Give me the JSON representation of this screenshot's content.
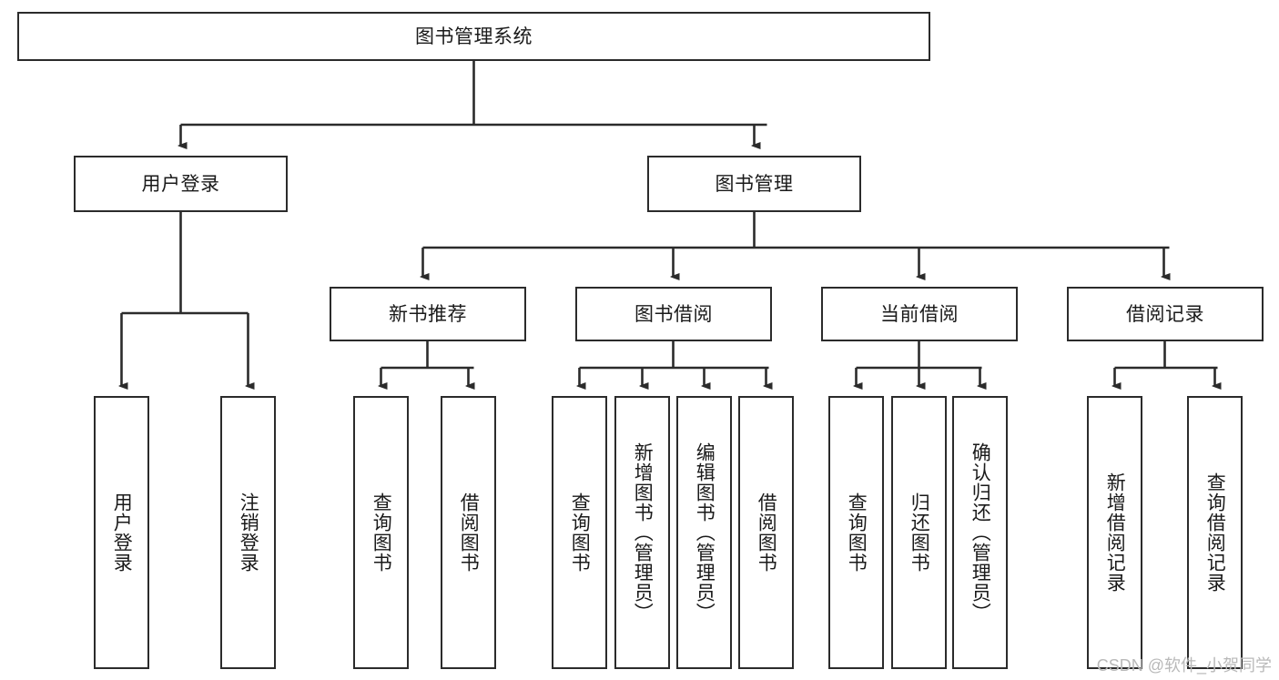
{
  "diagram": {
    "title": "图书管理系统",
    "orientation": "top-down-tree",
    "nodes": {
      "root": {
        "label": "图书管理系统"
      },
      "level2": [
        {
          "id": "user-login",
          "label": "用户登录"
        },
        {
          "id": "book-manage",
          "label": "图书管理"
        }
      ],
      "level3": [
        {
          "id": "new-book-recommend",
          "label": "新书推荐"
        },
        {
          "id": "book-borrow",
          "label": "图书借阅"
        },
        {
          "id": "current-borrow",
          "label": "当前借阅"
        },
        {
          "id": "borrow-record",
          "label": "借阅记录"
        }
      ],
      "leaves": {
        "user_login": [
          {
            "id": "leaf-user-login",
            "label": "用户登录"
          },
          {
            "id": "leaf-logout-login",
            "label": "注销登录"
          }
        ],
        "new_book_recommend": [
          {
            "id": "leaf-query-book-1",
            "label": "查询图书"
          },
          {
            "id": "leaf-borrow-book-1",
            "label": "借阅图书"
          }
        ],
        "book_borrow": [
          {
            "id": "leaf-query-book-2",
            "label": "查询图书"
          },
          {
            "id": "leaf-add-book",
            "label": "新增图书（管理员）"
          },
          {
            "id": "leaf-edit-book",
            "label": "编辑图书（管理员）"
          },
          {
            "id": "leaf-borrow-book-2",
            "label": "借阅图书"
          }
        ],
        "current_borrow": [
          {
            "id": "leaf-query-book-3",
            "label": "查询图书"
          },
          {
            "id": "leaf-return-book",
            "label": "归还图书"
          },
          {
            "id": "leaf-confirm-return",
            "label": "确认归还（管理员）"
          }
        ],
        "borrow_record": [
          {
            "id": "leaf-add-record",
            "label": "新增借阅记录"
          },
          {
            "id": "leaf-query-record",
            "label": "查询借阅记录"
          }
        ]
      }
    },
    "colors": {
      "stroke": "#2b2b2b",
      "fill": "#ffffff",
      "text": "#1a1a1a",
      "watermark": "#b9b9b9"
    }
  },
  "watermark": {
    "text": "CSDN @软件_小贺同学"
  }
}
